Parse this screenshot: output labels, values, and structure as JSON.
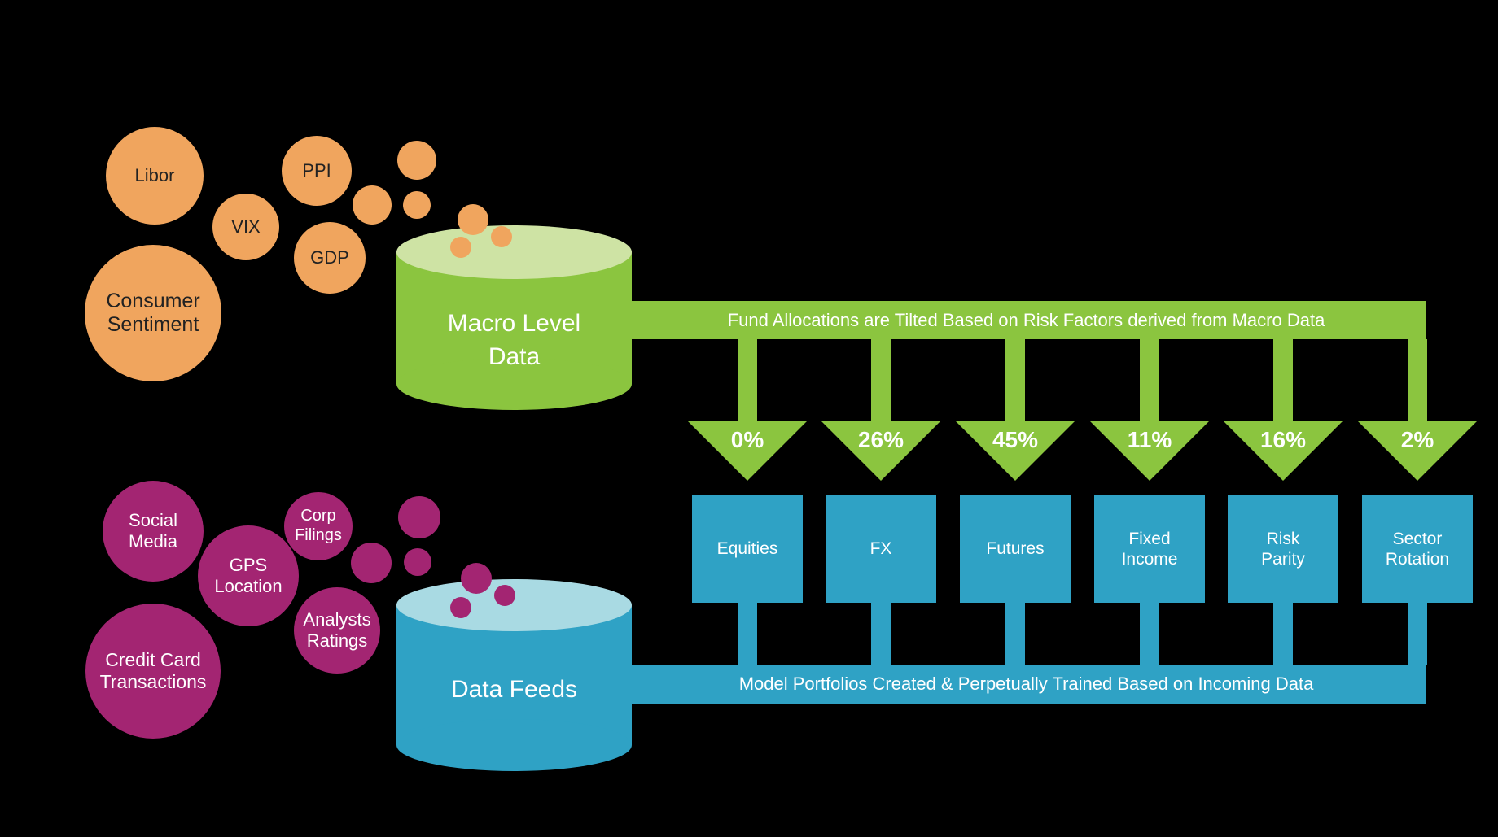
{
  "colors": {
    "background": "#000000",
    "orange": "#F0A55E",
    "magenta": "#A32572",
    "green": "#8BC53F",
    "green_light": "#CEE3A4",
    "blue": "#2FA2C5",
    "blue_light": "#A9DAE3",
    "bubble_text_dark": "#222222",
    "text_light": "#FFFFFF"
  },
  "macro_section": {
    "bubbles": [
      {
        "label": "Libor"
      },
      {
        "label": "VIX"
      },
      {
        "label": "PPI"
      },
      {
        "label": "GDP"
      },
      {
        "label": "Consumer\nSentiment"
      }
    ],
    "cylinder_label": "Macro Level\nData",
    "banner_text": "Fund Allocations are Tilted Based on Risk Factors derived from Macro Data"
  },
  "feeds_section": {
    "bubbles": [
      {
        "label": "Social\nMedia"
      },
      {
        "label": "GPS\nLocation"
      },
      {
        "label": "Corp\nFilings"
      },
      {
        "label": "Analysts\nRatings"
      },
      {
        "label": "Credit Card\nTransactions"
      }
    ],
    "cylinder_label": "Data Feeds",
    "banner_text": "Model Portfolios Created & Perpetually Trained Based on Incoming Data"
  },
  "allocations": [
    {
      "percent": "0%",
      "label": "Equities"
    },
    {
      "percent": "26%",
      "label": "FX"
    },
    {
      "percent": "45%",
      "label": "Futures"
    },
    {
      "percent": "11%",
      "label": "Fixed\nIncome"
    },
    {
      "percent": "16%",
      "label": "Risk\nParity"
    },
    {
      "percent": "2%",
      "label": "Sector\nRotation"
    }
  ]
}
